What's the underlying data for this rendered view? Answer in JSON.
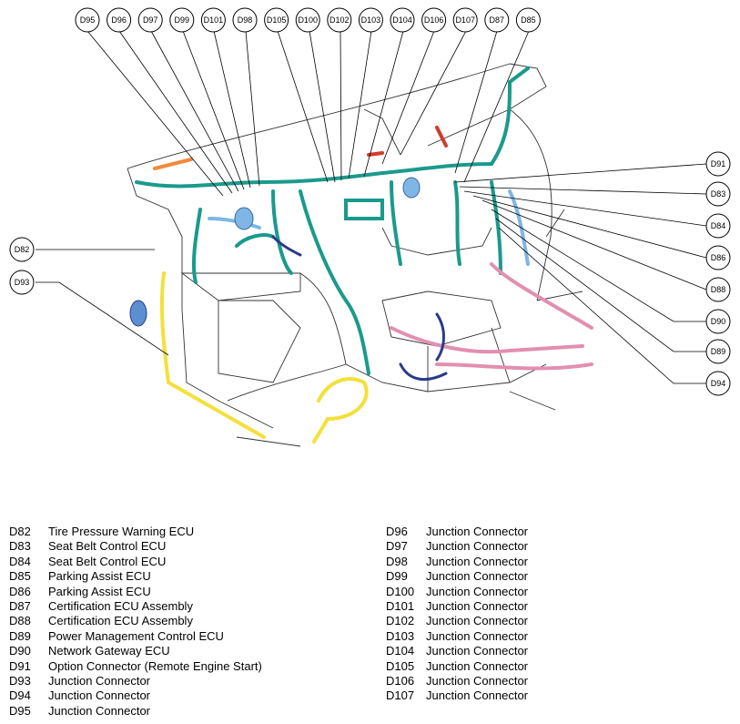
{
  "callouts_top": [
    "D95",
    "D96",
    "D97",
    "D99",
    "D101",
    "D98",
    "D105",
    "D100",
    "D102",
    "D103",
    "D104",
    "D106",
    "D107",
    "D87",
    "D85"
  ],
  "callouts_right": [
    "D91",
    "D83",
    "D84",
    "D86",
    "D88",
    "D90",
    "D89",
    "D94"
  ],
  "callouts_left": [
    "D82",
    "D93"
  ],
  "legend_left": [
    {
      "code": "D82",
      "name": "Tire Pressure Warning ECU"
    },
    {
      "code": "D83",
      "name": "Seat Belt Control ECU"
    },
    {
      "code": "D84",
      "name": "Seat Belt Control ECU"
    },
    {
      "code": "D85",
      "name": "Parking Assist ECU"
    },
    {
      "code": "D86",
      "name": "Parking Assist ECU"
    },
    {
      "code": "D87",
      "name": "Certification ECU Assembly"
    },
    {
      "code": "D88",
      "name": "Certification ECU Assembly"
    },
    {
      "code": "D89",
      "name": "Power Management Control ECU"
    },
    {
      "code": "D90",
      "name": "Network Gateway ECU"
    },
    {
      "code": "D91",
      "name": "Option Connector (Remote Engine Start)"
    },
    {
      "code": "D93",
      "name": "Junction Connector"
    },
    {
      "code": "D94",
      "name": "Junction Connector"
    },
    {
      "code": "D95",
      "name": "Junction Connector"
    }
  ],
  "legend_right": [
    {
      "code": "D96",
      "name": "Junction Connector"
    },
    {
      "code": "D97",
      "name": "Junction Connector"
    },
    {
      "code": "D98",
      "name": "Junction Connector"
    },
    {
      "code": "D99",
      "name": "Junction Connector"
    },
    {
      "code": "D100",
      "name": "Junction Connector"
    },
    {
      "code": "D101",
      "name": "Junction Connector"
    },
    {
      "code": "D102",
      "name": "Junction Connector"
    },
    {
      "code": "D103",
      "name": "Junction Connector"
    },
    {
      "code": "D104",
      "name": "Junction Connector"
    },
    {
      "code": "D105",
      "name": "Junction Connector"
    },
    {
      "code": "D106",
      "name": "Junction Connector"
    },
    {
      "code": "D107",
      "name": "Junction Connector"
    }
  ],
  "colors": {
    "harness_main": "#1a9a8c",
    "harness_yellow": "#f3e03a",
    "harness_pink": "#e28fb0",
    "harness_blue": "#7fb6e6",
    "harness_navy": "#2b3a8a",
    "harness_red": "#d23a2a",
    "harness_orange": "#f08a3c",
    "outline": "#333333",
    "leader": "#000000"
  },
  "icons": {
    "callout_marker": "circle-label-icon",
    "wire_harness": "wire-harness-icon"
  }
}
